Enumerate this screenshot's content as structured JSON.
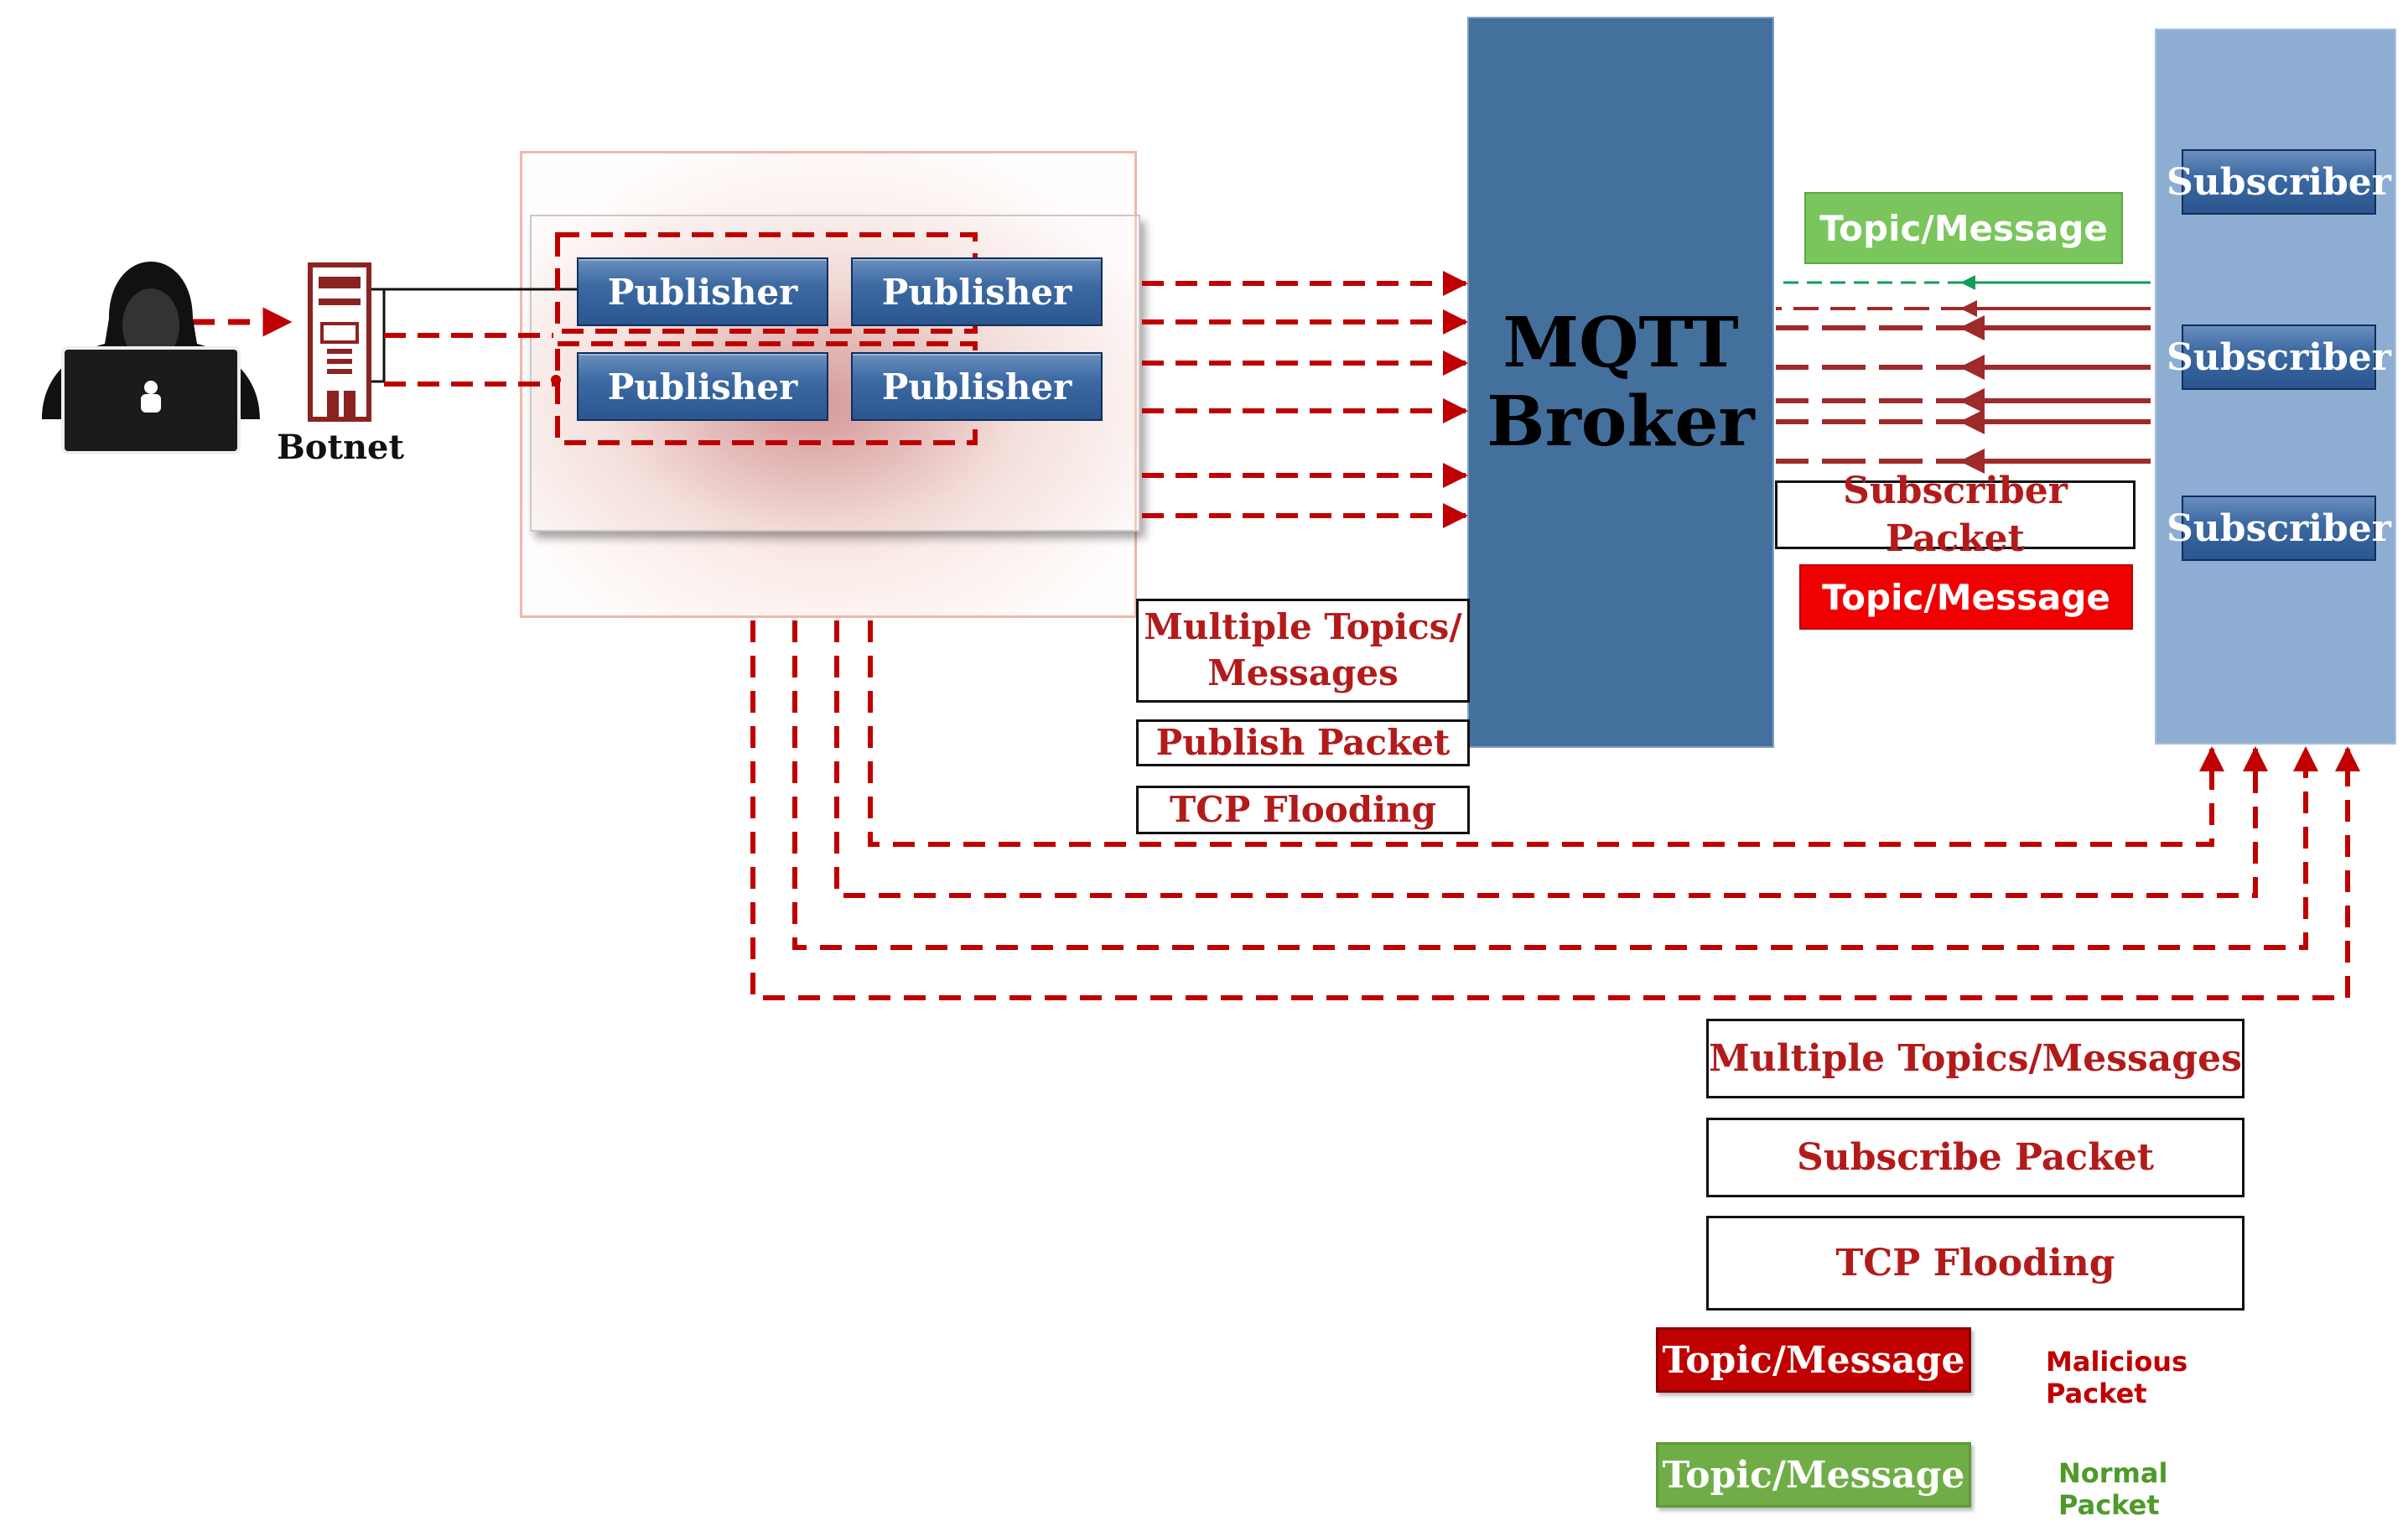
{
  "botnet": {
    "label": "Botnet"
  },
  "publishers": [
    "Publisher",
    "Publisher",
    "Publisher",
    "Publisher"
  ],
  "broker": {
    "label": "MQTT\nBroker"
  },
  "subscribers": [
    "Subscriber",
    "Subscriber",
    "Subscriber"
  ],
  "broker_left_labels": [
    "Multiple Topics/\nMessages",
    "Publish Packet",
    "TCP Flooding"
  ],
  "subscriber_side": {
    "normal_chip": "Topic/Message",
    "subscriber_packet": "Subscriber Packet",
    "malicious_chip": "Topic/Message"
  },
  "bottom_labels": [
    "Multiple Topics/Messages",
    "Subscribe Packet",
    "TCP Flooding"
  ],
  "legend": [
    {
      "chip": "Topic/Message",
      "text": "Malicious Packet",
      "color": "#c00000",
      "text_color": "#c00000"
    },
    {
      "chip": "Topic/Message",
      "text": "Normal Packet",
      "color": "#70ad47",
      "text_color": "#4e9a2a"
    }
  ],
  "colors": {
    "malicious": "#c00000",
    "malicious_dark": "#9e2a2a",
    "normal": "#5bbd4a",
    "normal_arrow": "#0f9d58",
    "broker": "#44709e",
    "subscriber_panel": "#8eadd2"
  }
}
